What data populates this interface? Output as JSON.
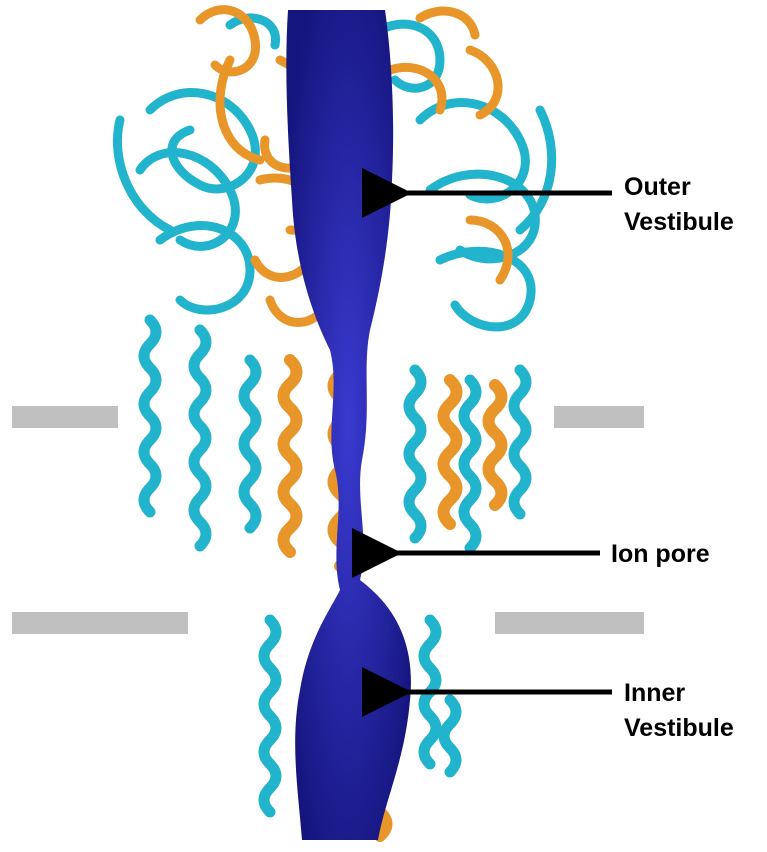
{
  "labels": {
    "outer_vestibule": [
      "Outer",
      "Vestibule"
    ],
    "ion_pore": "Ion pore",
    "inner_vestibule": [
      "Inner",
      "Vestibule"
    ]
  },
  "colors": {
    "pore_surface": "#1f1f9e",
    "subunit_cyan": "#22b4cc",
    "subunit_orange": "#e8962a",
    "membrane_bar": "#c0c0c0",
    "arrow": "#000000"
  },
  "icons": {
    "arrow": "arrow-left-icon"
  }
}
